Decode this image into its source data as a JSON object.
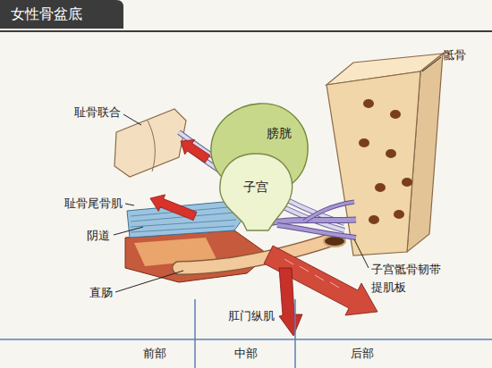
{
  "diagram": {
    "title": "女性骨盆底",
    "nodes": [
      {
        "text": [
          "膀胱"
        ]
      },
      {
        "text": [
          "子宫"
        ]
      }
    ],
    "labels": [
      "骶骨",
      "耻骨联合",
      "耻骨尾骨肌",
      "阴道",
      "直肠",
      "子宫骶骨韧带",
      "提肌板",
      "肛门纵肌",
      "前部",
      "中部",
      "后部"
    ]
  }
}
